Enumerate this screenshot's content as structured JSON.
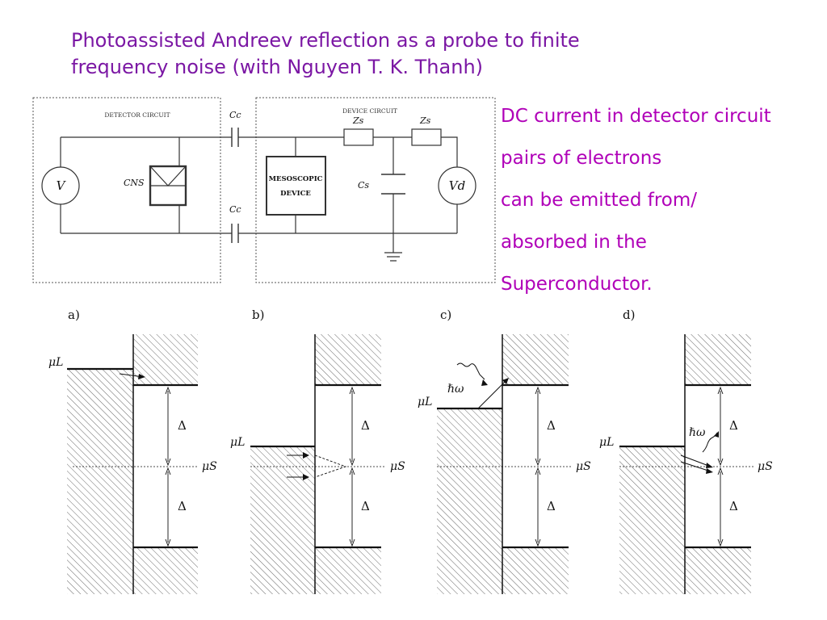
{
  "title": {
    "line1": "Photoassisted Andreev reflection as a probe to finite",
    "line2": "frequency noise (with Nguyen T. K. Thanh)"
  },
  "bullets": [
    "DC current in detector circuit",
    "pairs of electrons",
    "can be emitted from/",
    "absorbed in the",
    "Superconductor."
  ],
  "circuit": {
    "detector_label": "DETECTOR CIRCUIT",
    "device_label": "DEVICE CIRCUIT",
    "source_v": "V",
    "source_vd": "Vd",
    "cns": "CNS",
    "cc_top": "Cc",
    "cc_bottom": "Cc",
    "zs_left": "Zs",
    "zs_right": "Zs",
    "cs": "Cs",
    "device_line1": "MESOSCOPIC",
    "device_line2": "DEVICE"
  },
  "diagrams": [
    {
      "label": "a)",
      "mu_l": "μL",
      "mu_s": "μS",
      "delta_top": "Δ",
      "delta_bottom": "Δ"
    },
    {
      "label": "b)",
      "mu_l": "μL",
      "mu_s": "μS",
      "delta_top": "Δ",
      "delta_bottom": "Δ"
    },
    {
      "label": "c)",
      "mu_l": "μL",
      "mu_s": "μS",
      "delta_top": "Δ",
      "delta_bottom": "Δ",
      "photon": "ℏω"
    },
    {
      "label": "d)",
      "mu_l": "μL",
      "mu_s": "μS",
      "delta_top": "Δ",
      "delta_bottom": "Δ",
      "photon": "ℏω"
    }
  ]
}
